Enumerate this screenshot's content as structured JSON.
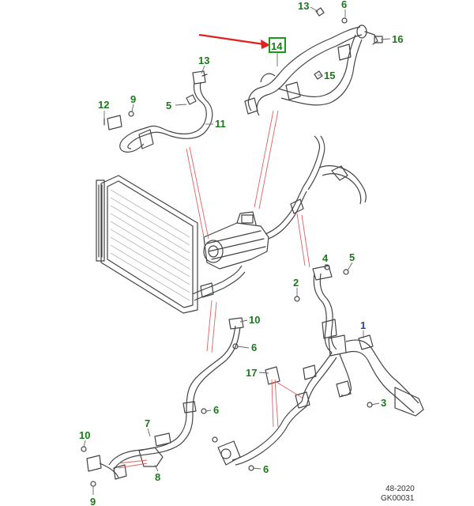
{
  "colors": {
    "callout": "#1a7a1a",
    "callout_main": "#1f3fbf",
    "arrow": "#e02020",
    "highlight": "#1a9a1a"
  },
  "highlighted_callout": "14",
  "callouts": [
    {
      "id": "c13a",
      "text": "13"
    },
    {
      "id": "c6a",
      "text": "6"
    },
    {
      "id": "c16",
      "text": "16"
    },
    {
      "id": "c14",
      "text": "14"
    },
    {
      "id": "c15",
      "text": "15"
    },
    {
      "id": "c13b",
      "text": "13"
    },
    {
      "id": "c12",
      "text": "12"
    },
    {
      "id": "c9a",
      "text": "9"
    },
    {
      "id": "c5a",
      "text": "5"
    },
    {
      "id": "c11",
      "text": "11"
    },
    {
      "id": "c4",
      "text": "4"
    },
    {
      "id": "c5b",
      "text": "5"
    },
    {
      "id": "c2",
      "text": "2"
    },
    {
      "id": "c1",
      "text": "1"
    },
    {
      "id": "c10a",
      "text": "10"
    },
    {
      "id": "c6b",
      "text": "6"
    },
    {
      "id": "c17",
      "text": "17"
    },
    {
      "id": "c3",
      "text": "3"
    },
    {
      "id": "c6c",
      "text": "6"
    },
    {
      "id": "c7",
      "text": "7"
    },
    {
      "id": "c10b",
      "text": "10"
    },
    {
      "id": "c8",
      "text": "8"
    },
    {
      "id": "c6d",
      "text": "6"
    },
    {
      "id": "c9b",
      "text": "9"
    }
  ],
  "reference": {
    "line1": "48-2020",
    "line2": "GK00031"
  }
}
